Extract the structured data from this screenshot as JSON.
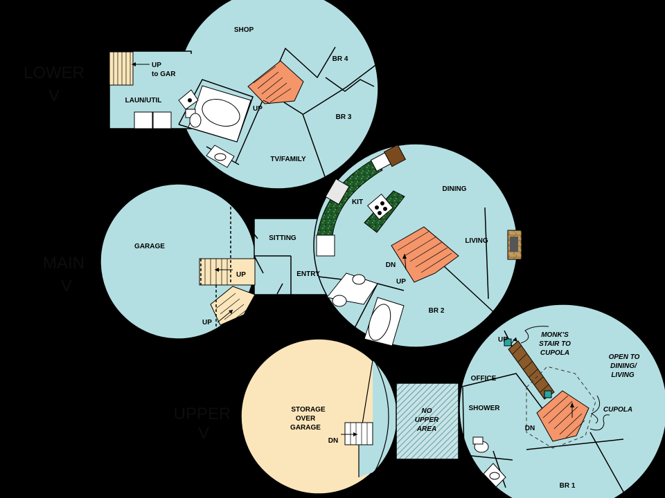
{
  "levels": {
    "lower": "LOWER",
    "main": "MAIN",
    "upper": "UPPER",
    "level_suffix": "V"
  },
  "lower_level": {
    "shop": "SHOP",
    "up_to_garage_line1": "UP",
    "up_to_garage_line2": "to GAR",
    "laundry": "LAUN/UTIL",
    "up": "UP",
    "br4": "BR 4",
    "br3": "BR 3",
    "tv_family": "TV/FAMILY"
  },
  "main_level": {
    "garage": "GARAGE",
    "sitting": "SITTING",
    "entry": "ENTRY",
    "up_right": "UP",
    "up_left": "UP",
    "kitchen": "KIT",
    "dining": "DINING",
    "living": "LIVING",
    "down": "DN",
    "up_stair": "UP",
    "br2": "BR 2"
  },
  "upper_level": {
    "storage_line1": "STORAGE",
    "storage_line2": "OVER",
    "storage_line3": "GARAGE",
    "storage_down": "DN",
    "no_upper_line1": "NO",
    "no_upper_line2": "UPPER",
    "no_upper_line3": "AREA",
    "office": "OFFICE",
    "shower": "SHOWER",
    "down": "DN",
    "br1": "BR 1",
    "up": "UP",
    "monks_line1": "MONK'S",
    "monks_line2": "STAIR TO",
    "monks_line3": "CUPOLA",
    "open_line1": "OPEN TO",
    "open_line2": "DINING/",
    "open_line3": "LIVING",
    "cupola": "CUPOLA"
  },
  "colors": {
    "round_fill": "#b4dfe2",
    "storage_fill": "#fbe6bb",
    "stair_fill": "#f4956a",
    "counter_fill": "#1e5a28",
    "fireplace_fill": "#b88a55"
  }
}
